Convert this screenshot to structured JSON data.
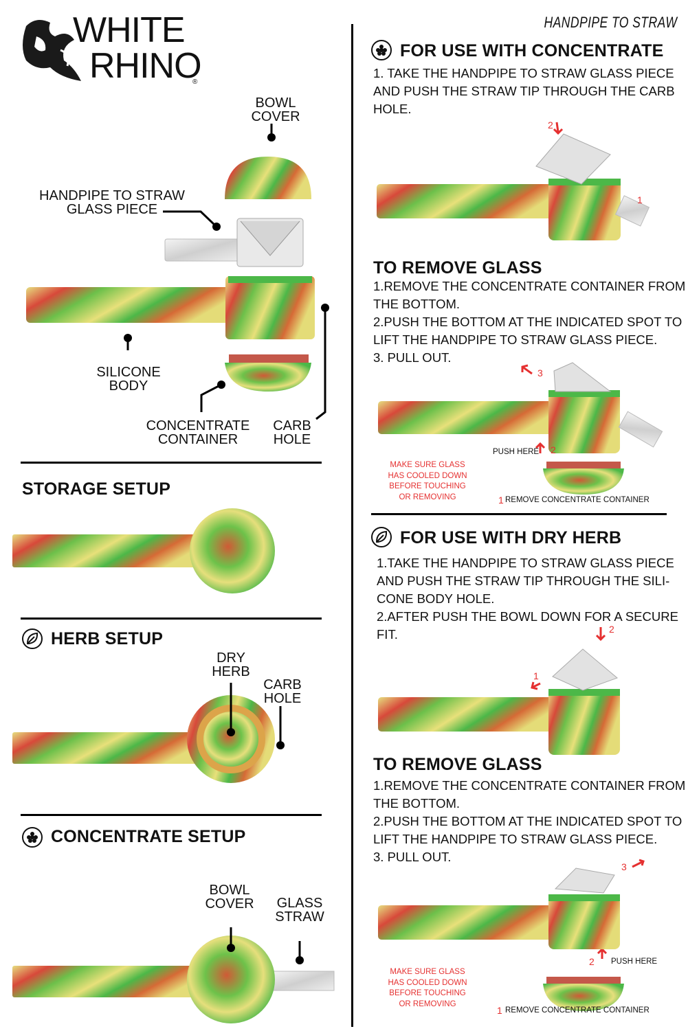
{
  "brand": {
    "line1": "WHITE",
    "line2": "RHINO",
    "registered": "®"
  },
  "doc_title": "HANDPIPE TO STRAW",
  "parts": {
    "bowl_cover": [
      "BOWL",
      "COVER"
    ],
    "glass_piece": [
      "HANDPIPE TO STRAW",
      "GLASS PIECE"
    ],
    "silicone_body": [
      "SILICONE",
      "BODY"
    ],
    "concentrate_container": [
      "CONCENTRATE",
      "CONTAINER"
    ],
    "carb_hole": [
      "CARB",
      "HOLE"
    ]
  },
  "storage_setup": {
    "title": "STORAGE SETUP"
  },
  "herb_setup": {
    "title": "HERB SETUP",
    "dry_herb": [
      "DRY",
      "HERB"
    ],
    "carb_hole": [
      "CARB",
      "HOLE"
    ]
  },
  "concentrate_setup": {
    "title": "CONCENTRATE SETUP",
    "bowl_cover": [
      "BOWL",
      "COVER"
    ],
    "glass_straw": [
      "GLASS",
      "STRAW"
    ]
  },
  "use_concentrate": {
    "title": "FOR USE WITH CONCENTRATE",
    "steps": [
      "1. TAKE THE HANDPIPE TO STRAW GLASS PIECE",
      "AND PUSH THE STRAW TIP THROUGH THE CARB",
      "HOLE."
    ],
    "marker1": "1",
    "marker2": "2"
  },
  "remove_glass_1": {
    "title": "TO REMOVE GLASS",
    "steps": [
      "1.REMOVE THE CONCENTRATE CONTAINER FROM",
      "THE BOTTOM.",
      "2.PUSH THE BOTTOM AT THE INDICATED SPOT TO",
      "LIFT THE HANDPIPE TO STRAW GLASS PIECE.",
      "3. PULL OUT."
    ],
    "marker3": "3",
    "push_here": "PUSH HERE",
    "marker2": "2",
    "warning": [
      "MAKE SURE GLASS",
      "HAS COOLED DOWN",
      "BEFORE TOUCHING",
      "OR REMOVING"
    ],
    "marker1": "1",
    "remove_container": "REMOVE CONCENTRATE CONTAINER"
  },
  "use_dry_herb": {
    "title": "FOR USE WITH DRY HERB",
    "steps": [
      "1.TAKE THE HANDPIPE TO STRAW GLASS PIECE",
      "AND PUSH THE STRAW TIP THROUGH THE SILI-",
      "CONE BODY HOLE.",
      "2.AFTER PUSH THE BOWL DOWN FOR A SECURE",
      "FIT."
    ],
    "marker1": "1",
    "marker2": "2"
  },
  "remove_glass_2": {
    "title": "TO REMOVE GLASS",
    "steps": [
      "1.REMOVE THE CONCENTRATE CONTAINER FROM",
      "THE BOTTOM.",
      "2.PUSH THE BOTTOM AT THE INDICATED SPOT TO",
      "LIFT THE HANDPIPE TO STRAW GLASS PIECE.",
      "3. PULL OUT."
    ],
    "marker3": "3",
    "push_here": "PUSH HERE",
    "marker2": "2",
    "warning": [
      "MAKE SURE GLASS",
      "HAS COOLED DOWN",
      "BEFORE TOUCHING",
      "OR REMOVING"
    ],
    "marker1": "1",
    "remove_container": "REMOVE CONCENTRATE CONTAINER"
  },
  "colors": {
    "green": "#4cb848",
    "yellow": "#e6e07a",
    "red": "#d9452a",
    "orange": "#c96a34",
    "glass": "#dcdcdc",
    "accent_red": "#e53030"
  },
  "icons": {
    "concentrate": "honeycomb-icon",
    "herb": "leaf-icon",
    "brand": "rhino-logo"
  }
}
